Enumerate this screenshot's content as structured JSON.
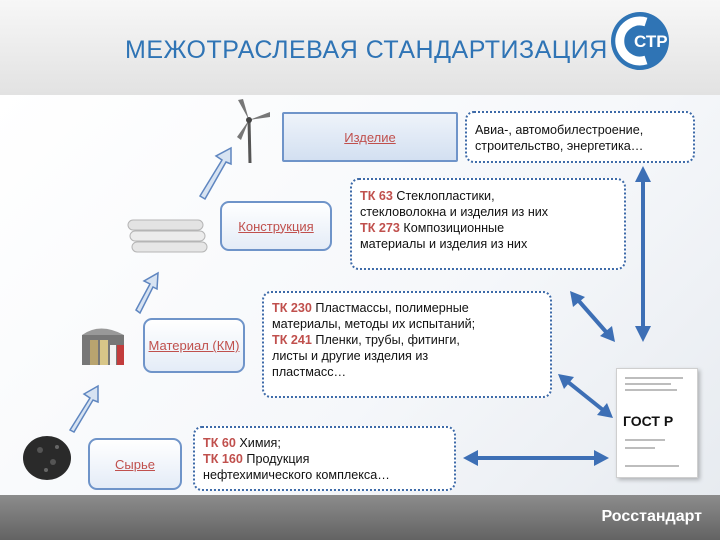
{
  "header": {
    "title": "МЕЖОТРАСЛЕВАЯ СТАНДАРТИЗАЦИЯ",
    "logo_text": "СТР",
    "logo_color": "#2f74b5"
  },
  "steps": [
    {
      "label": "Изделие"
    },
    {
      "label": "Конструкция"
    },
    {
      "label": "Материал (КМ)"
    },
    {
      "label": "Сырье"
    }
  ],
  "info_boxes": {
    "product": {
      "lines": [
        {
          "text": "Авиа-, автомобилестроение,"
        },
        {
          "text": "строительство, энергетика…"
        }
      ]
    },
    "construction": {
      "lines": [
        {
          "code": "ТК 63",
          "text": " Стеклопластики,"
        },
        {
          "text": "стекловолокна и изделия из них"
        },
        {
          "code": "ТК 273",
          "text": " Композиционные"
        },
        {
          "text": "материалы и изделия из них"
        }
      ]
    },
    "material": {
      "lines": [
        {
          "code": "ТК 230",
          "text": " Пластмассы, полимерные"
        },
        {
          "text": "материалы, методы их испытаний;"
        },
        {
          "code": "ТК 241",
          "text": " Пленки, трубы, фитинги,"
        },
        {
          "text": "листы и другие изделия из"
        },
        {
          "text": "пластмасс…"
        }
      ]
    },
    "raw": {
      "lines": [
        {
          "code": "ТК 60",
          "text": " Химия;"
        },
        {
          "code": "ТК 160",
          "text": " Продукция"
        },
        {
          "text": "нефтехимического комплекса…"
        }
      ]
    }
  },
  "standard_doc": {
    "label": "ГОСТ Р"
  },
  "footer": {
    "brand": "Росстандарт"
  },
  "colors": {
    "accent": "#2f74b5",
    "code_red": "#c0504d",
    "arrow_blue": "#3d6fb5",
    "footer_gray": "#777777"
  },
  "icons": [
    "wind-turbine-icon",
    "pipes-icon",
    "material-samples-icon",
    "granules-icon",
    "gost-document-icon"
  ]
}
